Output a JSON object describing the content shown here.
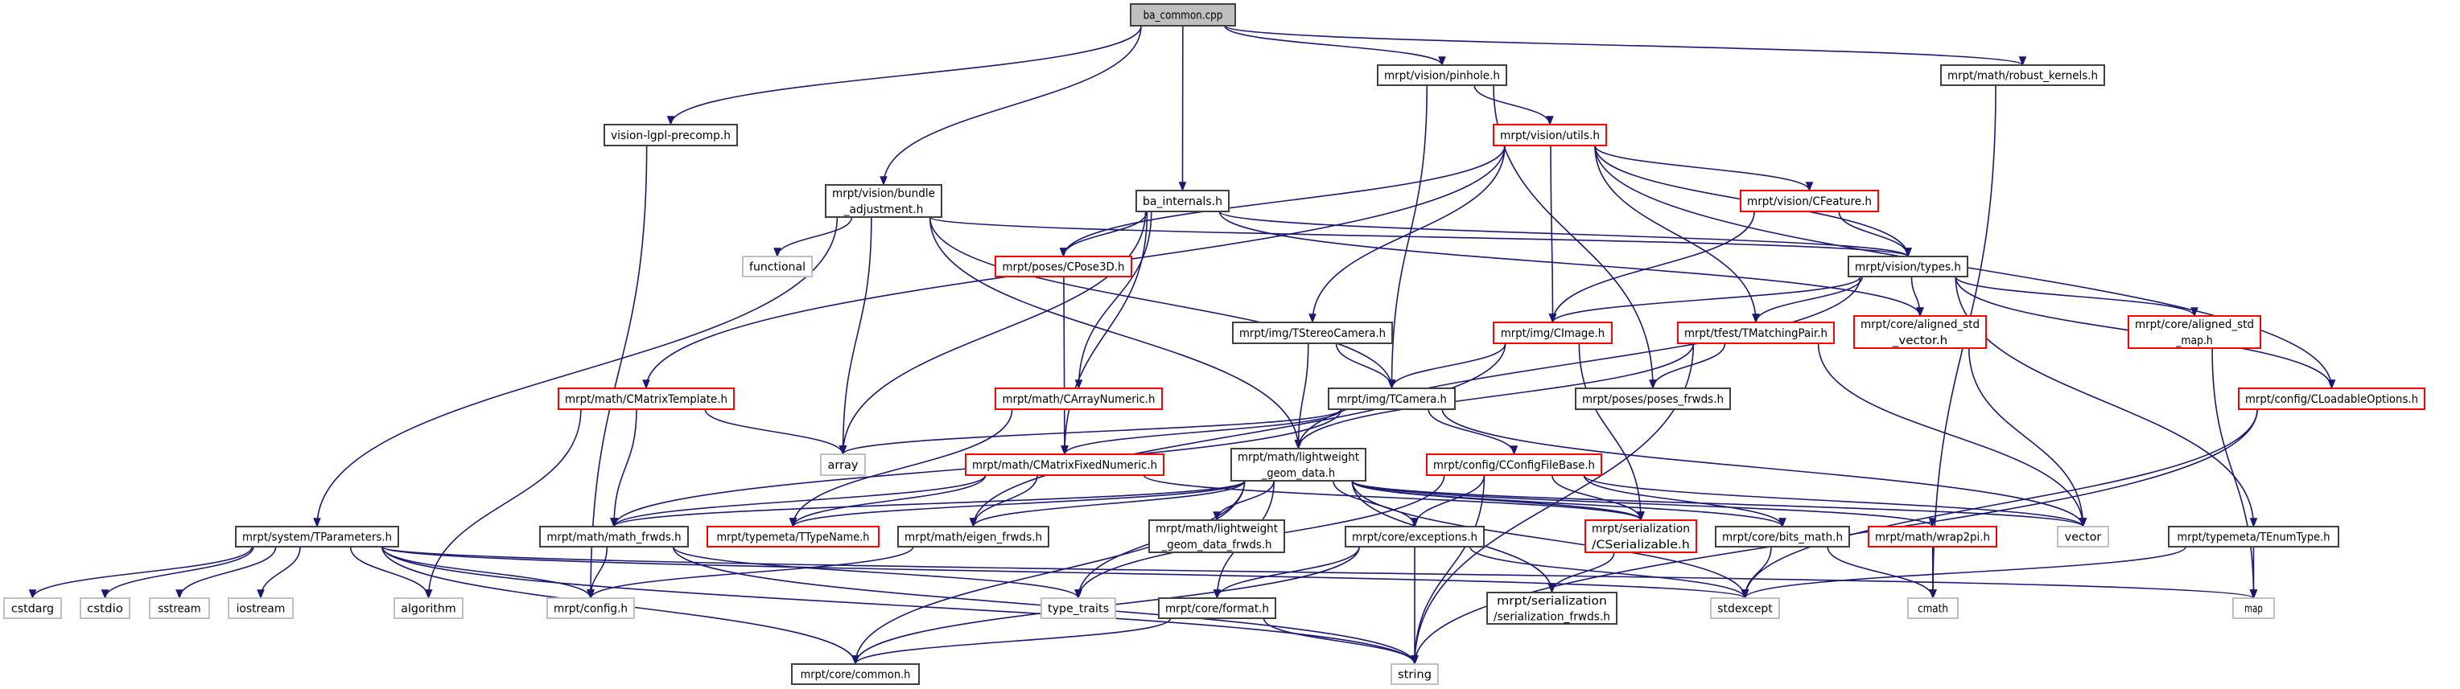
{
  "colors": {
    "edge": "#191970",
    "red_border": "#ff0000",
    "gray_border": "#bfbfbf",
    "root_fill": "#bfbfbf"
  },
  "nodes": [
    {
      "id": "root",
      "kind": "root",
      "lines": [
        "ba_common.cpp"
      ]
    },
    {
      "id": "lgpl",
      "kind": "normal",
      "lines": [
        "vision-lgpl-precomp.h"
      ]
    },
    {
      "id": "pinhole",
      "kind": "normal",
      "lines": [
        "mrpt/vision/pinhole.h"
      ]
    },
    {
      "id": "robust",
      "kind": "normal",
      "lines": [
        "mrpt/math/robust_kernels.h"
      ]
    },
    {
      "id": "utils",
      "kind": "red",
      "lines": [
        "mrpt/vision/utils.h"
      ]
    },
    {
      "id": "bundle",
      "kind": "normal",
      "lines": [
        "mrpt/vision/bundle",
        "_adjustment.h"
      ]
    },
    {
      "id": "bainternals",
      "kind": "normal",
      "lines": [
        "ba_internals.h"
      ]
    },
    {
      "id": "cfeature",
      "kind": "red",
      "lines": [
        "mrpt/vision/CFeature.h"
      ]
    },
    {
      "id": "functional",
      "kind": "gray",
      "lines": [
        "functional"
      ]
    },
    {
      "id": "cpose3d",
      "kind": "red",
      "lines": [
        "mrpt/poses/CPose3D.h"
      ]
    },
    {
      "id": "types",
      "kind": "normal",
      "lines": [
        "mrpt/vision/types.h"
      ]
    },
    {
      "id": "tstereo",
      "kind": "normal",
      "lines": [
        "mrpt/img/TStereoCamera.h"
      ]
    },
    {
      "id": "cimage",
      "kind": "red",
      "lines": [
        "mrpt/img/CImage.h"
      ]
    },
    {
      "id": "tmatching",
      "kind": "red",
      "lines": [
        "mrpt/tfest/TMatchingPair.h"
      ]
    },
    {
      "id": "alvec",
      "kind": "red",
      "lines": [
        "mrpt/core/aligned_std",
        "_vector.h"
      ]
    },
    {
      "id": "almap",
      "kind": "red",
      "lines": [
        "mrpt/core/aligned_std",
        "_map.h"
      ]
    },
    {
      "id": "cmattemplate",
      "kind": "red",
      "lines": [
        "mrpt/math/CMatrixTemplate.h"
      ]
    },
    {
      "id": "carray",
      "kind": "red",
      "lines": [
        "mrpt/math/CArrayNumeric.h"
      ]
    },
    {
      "id": "tcamera",
      "kind": "normal",
      "lines": [
        "mrpt/img/TCamera.h"
      ]
    },
    {
      "id": "posesfrwds",
      "kind": "normal",
      "lines": [
        "mrpt/poses/poses_frwds.h"
      ]
    },
    {
      "id": "cloadable",
      "kind": "red",
      "lines": [
        "mrpt/config/CLoadableOptions.h"
      ]
    },
    {
      "id": "array",
      "kind": "gray",
      "lines": [
        "array"
      ]
    },
    {
      "id": "cmatfixed",
      "kind": "red",
      "lines": [
        "mrpt/math/CMatrixFixedNumeric.h"
      ]
    },
    {
      "id": "lwgeom",
      "kind": "normal",
      "lines": [
        "mrpt/math/lightweight",
        "_geom_data.h"
      ]
    },
    {
      "id": "cconfig",
      "kind": "red",
      "lines": [
        "mrpt/config/CConfigFileBase.h"
      ]
    },
    {
      "id": "tparams",
      "kind": "normal",
      "lines": [
        "mrpt/system/TParameters.h"
      ]
    },
    {
      "id": "mathfrwds",
      "kind": "normal",
      "lines": [
        "mrpt/math/math_frwds.h"
      ]
    },
    {
      "id": "ttypename",
      "kind": "red",
      "lines": [
        "mrpt/typemeta/TTypeName.h"
      ]
    },
    {
      "id": "eigenfrwds",
      "kind": "normal",
      "lines": [
        "mrpt/math/eigen_frwds.h"
      ]
    },
    {
      "id": "lwfrwds",
      "kind": "normal",
      "lines": [
        "mrpt/math/lightweight",
        "_geom_data_frwds.h"
      ]
    },
    {
      "id": "exceptions",
      "kind": "normal",
      "lines": [
        "mrpt/core/exceptions.h"
      ]
    },
    {
      "id": "cserial",
      "kind": "red",
      "lines": [
        "mrpt/serialization",
        "/CSerializable.h"
      ]
    },
    {
      "id": "bitsmath",
      "kind": "normal",
      "lines": [
        "mrpt/core/bits_math.h"
      ]
    },
    {
      "id": "wrap2pi",
      "kind": "red",
      "lines": [
        "mrpt/math/wrap2pi.h"
      ]
    },
    {
      "id": "vector",
      "kind": "gray",
      "lines": [
        "vector"
      ]
    },
    {
      "id": "tenum",
      "kind": "normal",
      "lines": [
        "mrpt/typemeta/TEnumType.h"
      ]
    },
    {
      "id": "cstdarg",
      "kind": "gray",
      "lines": [
        "cstdarg"
      ]
    },
    {
      "id": "cstdio",
      "kind": "gray",
      "lines": [
        "cstdio"
      ]
    },
    {
      "id": "sstream",
      "kind": "gray",
      "lines": [
        "sstream"
      ]
    },
    {
      "id": "iostream",
      "kind": "gray",
      "lines": [
        "iostream"
      ]
    },
    {
      "id": "algorithm",
      "kind": "gray",
      "lines": [
        "algorithm"
      ]
    },
    {
      "id": "config",
      "kind": "gray",
      "lines": [
        "mrpt/config.h"
      ]
    },
    {
      "id": "typetraits",
      "kind": "gray",
      "lines": [
        "type_traits"
      ]
    },
    {
      "id": "format",
      "kind": "normal",
      "lines": [
        "mrpt/core/format.h"
      ]
    },
    {
      "id": "serialfrwds",
      "kind": "normal",
      "lines": [
        "mrpt/serialization",
        "/serialization_frwds.h"
      ]
    },
    {
      "id": "stdexcept",
      "kind": "gray",
      "lines": [
        "stdexcept"
      ]
    },
    {
      "id": "cmath",
      "kind": "gray",
      "lines": [
        "cmath"
      ]
    },
    {
      "id": "map",
      "kind": "gray",
      "lines": [
        "map"
      ]
    },
    {
      "id": "common",
      "kind": "normal",
      "lines": [
        "mrpt/core/common.h"
      ]
    },
    {
      "id": "string",
      "kind": "gray",
      "lines": [
        "string"
      ]
    }
  ],
  "edges": [
    [
      "root",
      "lgpl"
    ],
    [
      "root",
      "bundle"
    ],
    [
      "root",
      "bainternals"
    ],
    [
      "root",
      "pinhole"
    ],
    [
      "root",
      "robust"
    ],
    [
      "lgpl",
      "config"
    ],
    [
      "pinhole",
      "utils"
    ],
    [
      "pinhole",
      "tcamera"
    ],
    [
      "pinhole",
      "posesfrwds"
    ],
    [
      "robust",
      "cmath"
    ],
    [
      "utils",
      "cmattemplate"
    ],
    [
      "utils",
      "cpose3d"
    ],
    [
      "utils",
      "tstereo"
    ],
    [
      "utils",
      "cimage"
    ],
    [
      "utils",
      "tmatching"
    ],
    [
      "utils",
      "cfeature"
    ],
    [
      "utils",
      "types"
    ],
    [
      "utils",
      "cloadable"
    ],
    [
      "cfeature",
      "cimage"
    ],
    [
      "cfeature",
      "types"
    ],
    [
      "bundle",
      "tparams"
    ],
    [
      "bundle",
      "functional"
    ],
    [
      "bundle",
      "array"
    ],
    [
      "bundle",
      "lwgeom"
    ],
    [
      "bundle",
      "tcamera"
    ],
    [
      "bundle",
      "types"
    ],
    [
      "bainternals",
      "cpose3d"
    ],
    [
      "bainternals",
      "carray"
    ],
    [
      "bainternals",
      "cmatfixed"
    ],
    [
      "bainternals",
      "array"
    ],
    [
      "bainternals",
      "types"
    ],
    [
      "bainternals",
      "alvec"
    ],
    [
      "cpose3d",
      "cmatfixed"
    ],
    [
      "carray",
      "ttypename"
    ],
    [
      "cmattemplate",
      "array"
    ],
    [
      "cmattemplate",
      "mathfrwds"
    ],
    [
      "cmattemplate",
      "algorithm"
    ],
    [
      "cmatfixed",
      "mathfrwds"
    ],
    [
      "cmatfixed",
      "ttypename"
    ],
    [
      "cmatfixed",
      "eigenfrwds"
    ],
    [
      "cmatfixed",
      "cserial"
    ],
    [
      "tstereo",
      "tcamera"
    ],
    [
      "tstereo",
      "lwgeom"
    ],
    [
      "cimage",
      "tcamera"
    ],
    [
      "cimage",
      "eigenfrwds"
    ],
    [
      "cimage",
      "cserial"
    ],
    [
      "tmatching",
      "posesfrwds"
    ],
    [
      "tmatching",
      "vector"
    ],
    [
      "tmatching",
      "string"
    ],
    [
      "tmatching",
      "lwgeom"
    ],
    [
      "alvec",
      "vector"
    ],
    [
      "almap",
      "map"
    ],
    [
      "types",
      "cimage"
    ],
    [
      "types",
      "tmatching"
    ],
    [
      "types",
      "alvec"
    ],
    [
      "types",
      "almap"
    ],
    [
      "types",
      "cloadable"
    ],
    [
      "types",
      "tenum"
    ],
    [
      "types",
      "lwgeom"
    ],
    [
      "cloadable",
      "stdexcept"
    ],
    [
      "cloadable",
      "string"
    ],
    [
      "tcamera",
      "array"
    ],
    [
      "tcamera",
      "cmatfixed"
    ],
    [
      "tcamera",
      "cconfig"
    ],
    [
      "tcamera",
      "vector"
    ],
    [
      "tcamera",
      "mathfrwds"
    ],
    [
      "lwgeom",
      "mathfrwds"
    ],
    [
      "lwgeom",
      "ttypename"
    ],
    [
      "lwgeom",
      "eigenfrwds"
    ],
    [
      "lwgeom",
      "lwfrwds"
    ],
    [
      "lwgeom",
      "exceptions"
    ],
    [
      "lwgeom",
      "cserial"
    ],
    [
      "lwgeom",
      "bitsmath"
    ],
    [
      "lwgeom",
      "wrap2pi"
    ],
    [
      "lwgeom",
      "vector"
    ],
    [
      "lwgeom",
      "stdexcept"
    ],
    [
      "lwgeom",
      "serialfrwds"
    ],
    [
      "lwgeom",
      "typetraits"
    ],
    [
      "lwgeom",
      "format"
    ],
    [
      "lwgeom",
      "common"
    ],
    [
      "cconfig",
      "exceptions"
    ],
    [
      "cconfig",
      "vector"
    ],
    [
      "cconfig",
      "bitsmath"
    ],
    [
      "cconfig",
      "string"
    ],
    [
      "cconfig",
      "typetraits"
    ],
    [
      "cconfig",
      "cserial"
    ],
    [
      "tparams",
      "cstdarg"
    ],
    [
      "tparams",
      "cstdio"
    ],
    [
      "tparams",
      "sstream"
    ],
    [
      "tparams",
      "iostream"
    ],
    [
      "tparams",
      "algorithm"
    ],
    [
      "tparams",
      "config"
    ],
    [
      "tparams",
      "map"
    ],
    [
      "tparams",
      "stdexcept"
    ],
    [
      "tparams",
      "string"
    ],
    [
      "tparams",
      "common"
    ],
    [
      "mathfrwds",
      "config"
    ],
    [
      "mathfrwds",
      "typetraits"
    ],
    [
      "mathfrwds",
      "string"
    ],
    [
      "eigenfrwds",
      "config"
    ],
    [
      "exceptions",
      "format"
    ],
    [
      "exceptions",
      "string"
    ],
    [
      "exceptions",
      "stdexcept"
    ],
    [
      "exceptions",
      "common"
    ],
    [
      "cserial",
      "serialfrwds"
    ],
    [
      "bitsmath",
      "stdexcept"
    ],
    [
      "bitsmath",
      "cmath"
    ],
    [
      "wrap2pi",
      "cmath"
    ],
    [
      "tenum",
      "map"
    ],
    [
      "tenum",
      "stdexcept"
    ],
    [
      "format",
      "common"
    ],
    [
      "format",
      "string"
    ]
  ]
}
